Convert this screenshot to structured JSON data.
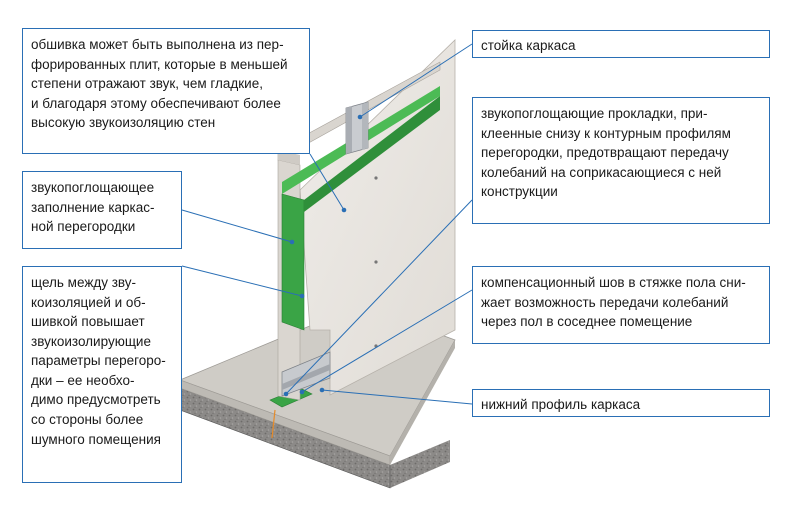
{
  "callouts": {
    "cladding": "обшивка может быть выполнена из пер-\nфорированных плит, которые в меньшей\nстепени отражают звук, чем гладкие,\nи благодаря этому обеспечивают более\nвысокую звукоизоляцию стен",
    "infill": "звукопоглощающее\nзаполнение каркас-\nной перегородки",
    "gap": "щель между зву-\nкоизоляцией и об-\nшивкой повышает\nзвукоизолирующие\nпараметры перегоро-\nдки – ее необхо-\nдимо предусмотреть\nсо стороны более\nшумного помещения",
    "stud": "стойка каркаса",
    "pads": "звукопоглощающие прокладки, при-\nклеенные снизу к контурным профилям\nперегородки, предотвращают передачу\nколебаний на соприкасающиеся с ней\nконструкции",
    "joint": "компенсационный шов в стяжке пола сни-\nжает возможность передачи колебаний\nчерез пол в соседнее помещение",
    "bottom_profile": "нижний профиль каркаса"
  },
  "colors": {
    "callout_border": "#2a6fb5",
    "leader_line": "#2a6fb5",
    "insulation": "#3aa446",
    "board": "#e6e2dd",
    "floor_screed": "#cfccc6",
    "concrete": "#8a8886"
  }
}
